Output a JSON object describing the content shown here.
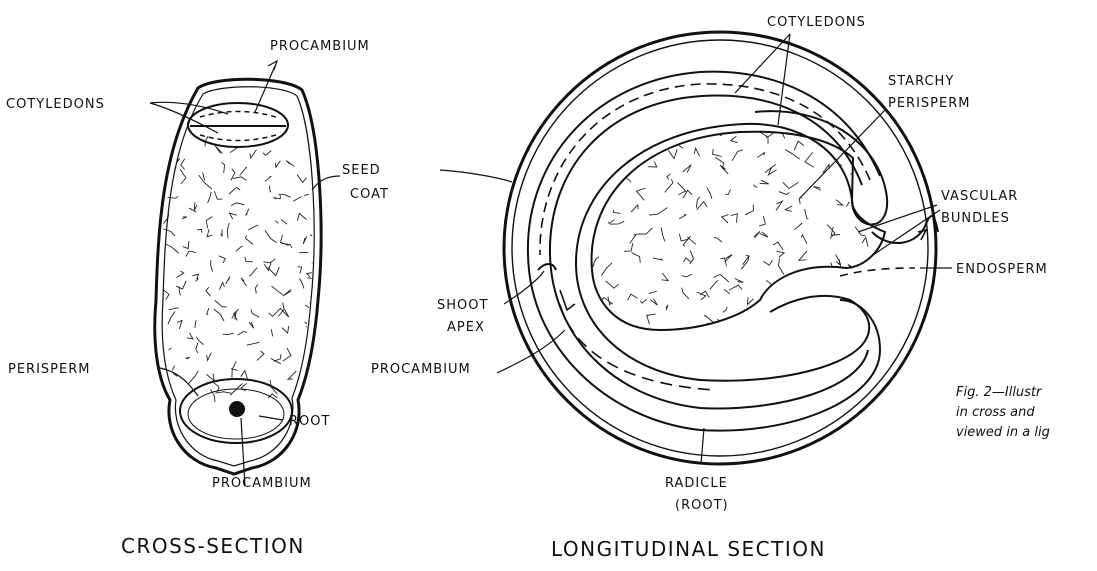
{
  "figure": {
    "cross_section": {
      "title": "CROSS-SECTION",
      "labels": {
        "procambium_top": "PROCAMBIUM",
        "cotyledons": "COTYLEDONS",
        "seed_coat_1": "SEED",
        "seed_coat_2": "COAT",
        "perisperm": "PERISPERM",
        "root": "ROOT",
        "procambium_bottom": "PROCAMBIUM"
      }
    },
    "longitudinal_section": {
      "title": "LONGITUDINAL SECTION",
      "labels": {
        "cotyledons": "COTYLEDONS",
        "starchy_1": "STARCHY",
        "starchy_2": "PERISPERM",
        "vascular_1": "VASCULAR",
        "vascular_2": "BUNDLES",
        "endosperm": "ENDOSPERM",
        "shoot_1": "SHOOT",
        "shoot_2": "APEX",
        "procambium": "PROCAMBIUM",
        "radicle_1": "RADICLE",
        "radicle_2": "(ROOT)"
      }
    },
    "caption": {
      "line1": "Fig. 2—Illustr",
      "line2": "in cross and",
      "line3": "viewed in a lig"
    }
  }
}
